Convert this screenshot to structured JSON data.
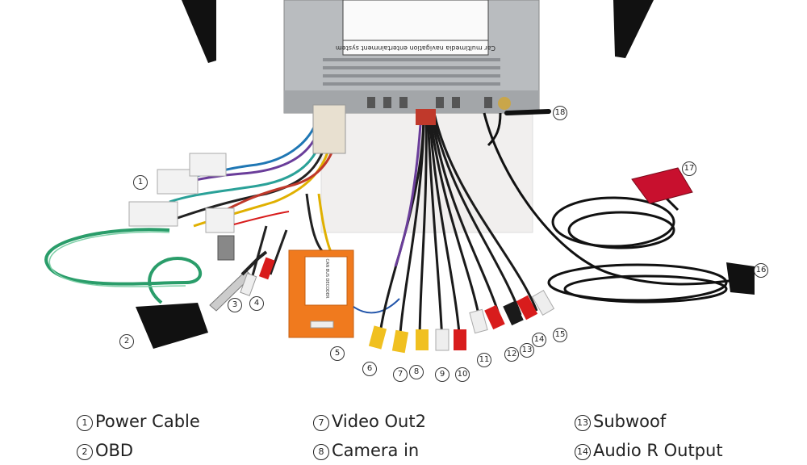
{
  "callouts": [
    "1",
    "2",
    "3",
    "4",
    "5",
    "6",
    "7",
    "8",
    "9",
    "10",
    "11",
    "12",
    "13",
    "14",
    "15",
    "16",
    "17",
    "18"
  ],
  "legend": [
    {
      "num": "1",
      "label": "Power Cable"
    },
    {
      "num": "2",
      "label": "OBD"
    },
    {
      "num": "7",
      "label": "Video Out2"
    },
    {
      "num": "8",
      "label": "Camera in"
    },
    {
      "num": "13",
      "label": "Subwoof"
    },
    {
      "num": "14",
      "label": "Audio R Output"
    }
  ],
  "unit_label": "Car multimedia navigation entertainment system",
  "decoder_label": "CAN BUS DECODER",
  "colors": {
    "orange_box": "#f07a1e",
    "plug_yellow": "#f0c020",
    "plug_red": "#d81c1c",
    "plug_white": "#eeeeee",
    "gps_red": "#c8102e"
  }
}
